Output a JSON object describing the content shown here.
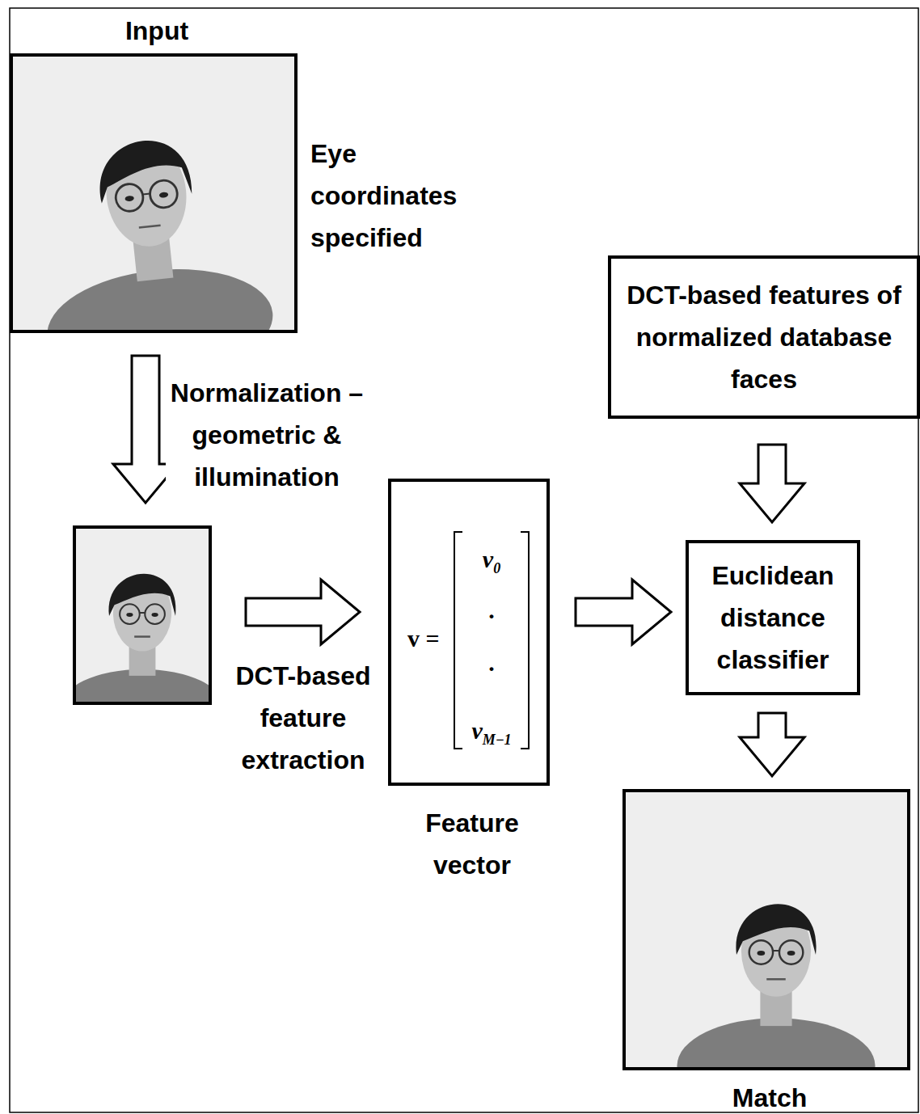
{
  "diagram": {
    "nodes": [
      {
        "text": [
          "Input",
          "Eye coordinates specified"
        ]
      },
      {
        "text": []
      },
      {
        "text": [
          "v =",
          "v0",
          "·",
          "·",
          "vM−1",
          "Feature vector"
        ]
      },
      {
        "text": [
          "DCT-based features of normalized database faces"
        ]
      },
      {
        "text": [
          "Euclidean distance classifier"
        ]
      },
      {
        "text": [
          "Match"
        ]
      }
    ],
    "edges": [
      {
        "from": 0,
        "to": 1,
        "arrow": "to",
        "label": "Normalization – geometric & illumination"
      },
      {
        "from": 1,
        "to": 2,
        "arrow": "to",
        "label": "DCT-based feature extraction"
      },
      {
        "from": 2,
        "to": 4,
        "arrow": "to"
      },
      {
        "from": 3,
        "to": 4,
        "arrow": "to"
      },
      {
        "from": 4,
        "to": 5,
        "arrow": "to"
      }
    ]
  }
}
